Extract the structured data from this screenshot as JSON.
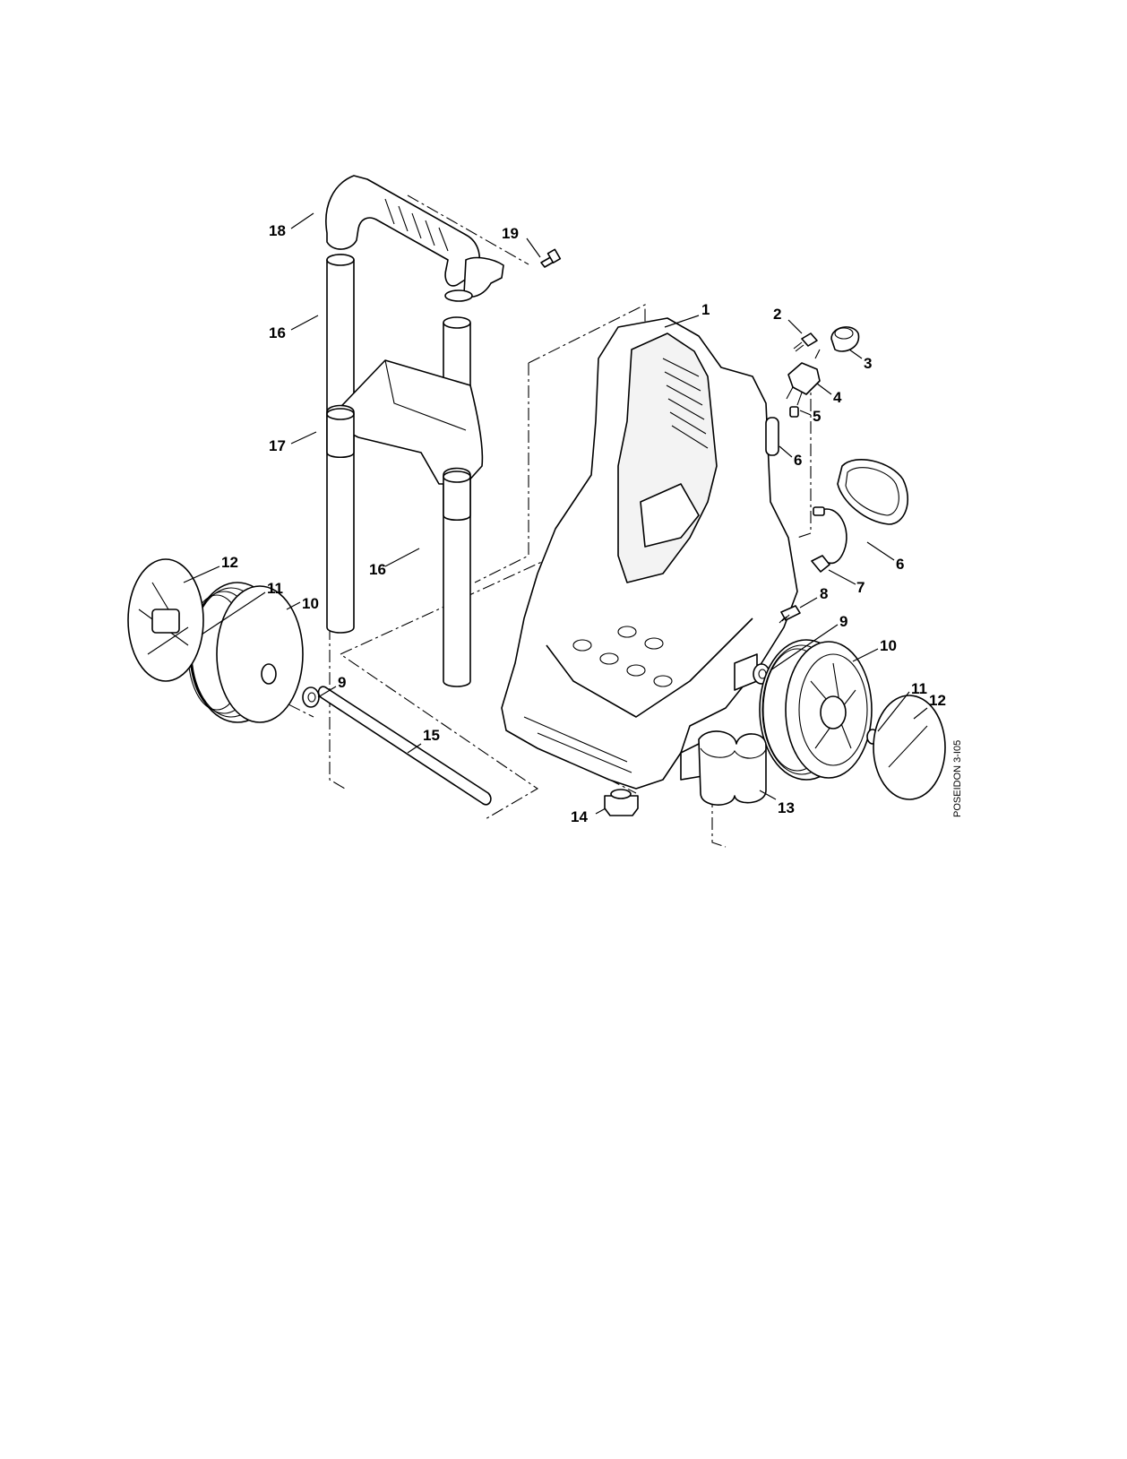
{
  "diagram": {
    "stamp_text": "POSEIDON 3-I05",
    "callouts": [
      {
        "key": "c1",
        "text": "1"
      },
      {
        "key": "c2",
        "text": "2"
      },
      {
        "key": "c3",
        "text": "3"
      },
      {
        "key": "c4",
        "text": "4"
      },
      {
        "key": "c5",
        "text": "5"
      },
      {
        "key": "c6a",
        "text": "6"
      },
      {
        "key": "c6b",
        "text": "6"
      },
      {
        "key": "c7",
        "text": "7"
      },
      {
        "key": "c8",
        "text": "8"
      },
      {
        "key": "c9a",
        "text": "9"
      },
      {
        "key": "c9b",
        "text": "9"
      },
      {
        "key": "c10a",
        "text": "10"
      },
      {
        "key": "c10b",
        "text": "10"
      },
      {
        "key": "c11a",
        "text": "11"
      },
      {
        "key": "c11b",
        "text": "11"
      },
      {
        "key": "c12a",
        "text": "12"
      },
      {
        "key": "c12b",
        "text": "12"
      },
      {
        "key": "c13",
        "text": "13"
      },
      {
        "key": "c14",
        "text": "14"
      },
      {
        "key": "c15",
        "text": "15"
      },
      {
        "key": "c16a",
        "text": "16"
      },
      {
        "key": "c16b",
        "text": "16"
      },
      {
        "key": "c17",
        "text": "17"
      },
      {
        "key": "c18",
        "text": "18"
      },
      {
        "key": "c19",
        "text": "19"
      }
    ]
  }
}
